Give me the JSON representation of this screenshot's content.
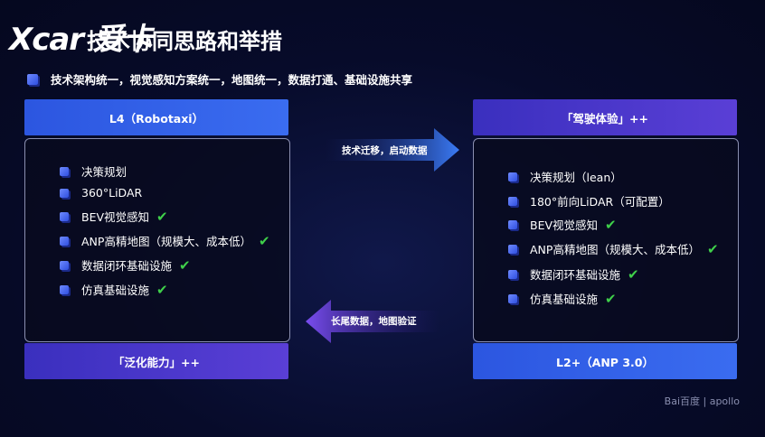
{
  "header": {
    "logo": "Xcar 爱卡",
    "title": "技术协同思路和举措"
  },
  "subtitle": "技术架构统一，视觉感知方案统一，地图统一，数据打通、基础设施共享",
  "left": {
    "top": "L4（Robotaxi）",
    "items": [
      {
        "label": "决策规划",
        "check": false
      },
      {
        "label": "360°LiDAR",
        "check": false
      },
      {
        "label": "BEV视觉感知",
        "check": true
      },
      {
        "label": "ANP高精地图（规模大、成本低）",
        "check": true
      },
      {
        "label": "数据闭环基础设施",
        "check": true
      },
      {
        "label": "仿真基础设施",
        "check": true
      }
    ],
    "bottom": "「泛化能力」++"
  },
  "right": {
    "top": "「驾驶体验」++",
    "items": [
      {
        "label": "决策规划（lean）",
        "check": false
      },
      {
        "label": "180°前向LiDAR（可配置）",
        "check": false
      },
      {
        "label": "BEV视觉感知",
        "check": true
      },
      {
        "label": "ANP高精地图（规模大、成本低）",
        "check": true
      },
      {
        "label": "数据闭环基础设施",
        "check": true
      },
      {
        "label": "仿真基础设施",
        "check": true
      }
    ],
    "bottom": "L2+（ANP 3.0）"
  },
  "arrows": {
    "right_label": "技术迁移，启动数据",
    "left_label": "长尾数据，地图验证"
  },
  "check_mark": "✔",
  "footer": "Bai百度 | apollo"
}
